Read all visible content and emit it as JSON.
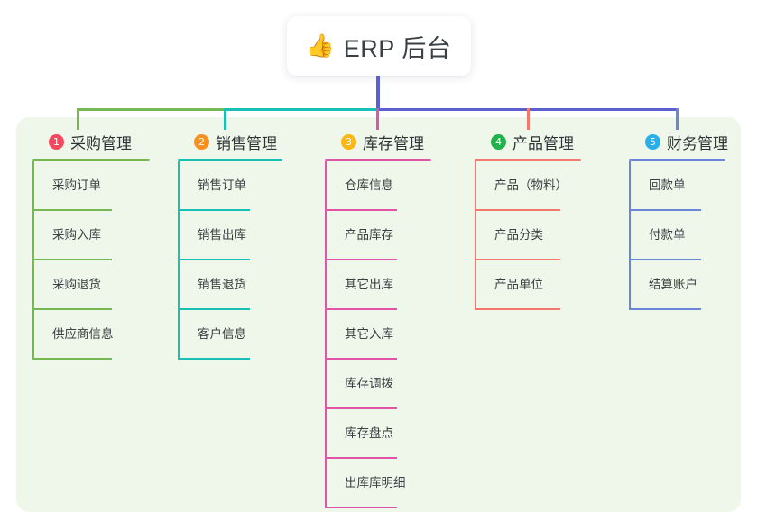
{
  "title": {
    "emoji": "👍",
    "emoji_name": "thumbs-up-icon",
    "text": "ERP 后台"
  },
  "colors": {
    "panel_bg": "#eef7e9",
    "page_bg": "#ffffff",
    "trunk": "#5b5fd0",
    "col1": "#76b852",
    "col2": "#17bfb5",
    "col3": "#e254a8",
    "col4": "#f4786b",
    "col5": "#6b85d8",
    "badge1": "#f2495f",
    "badge2": "#f7901e",
    "badge3": "#fbb713",
    "badge4": "#22b24c",
    "badge5": "#29b0e8"
  },
  "columns": [
    {
      "number": "1",
      "label": "采购管理",
      "badge_color": "#f2495f",
      "line_color": "#76b852",
      "items": [
        "采购订单",
        "采购入库",
        "采购退货",
        "供应商信息"
      ]
    },
    {
      "number": "2",
      "label": "销售管理",
      "badge_color": "#f7901e",
      "line_color": "#17bfb5",
      "items": [
        "销售订单",
        "销售出库",
        "销售退货",
        "客户信息"
      ]
    },
    {
      "number": "3",
      "label": "库存管理",
      "badge_color": "#fbb713",
      "line_color": "#e254a8",
      "items": [
        "仓库信息",
        "产品库存",
        "其它出库",
        "其它入库",
        "库存调拨",
        "库存盘点",
        "出库库明细"
      ]
    },
    {
      "number": "4",
      "label": "产品管理",
      "badge_color": "#22b24c",
      "line_color": "#f4786b",
      "items": [
        "产品（物料）",
        "产品分类",
        "产品单位"
      ]
    },
    {
      "number": "5",
      "label": "财务管理",
      "badge_color": "#29b0e8",
      "line_color": "#6b85d8",
      "items": [
        "回款单",
        "付款单",
        "结算账户"
      ]
    }
  ]
}
